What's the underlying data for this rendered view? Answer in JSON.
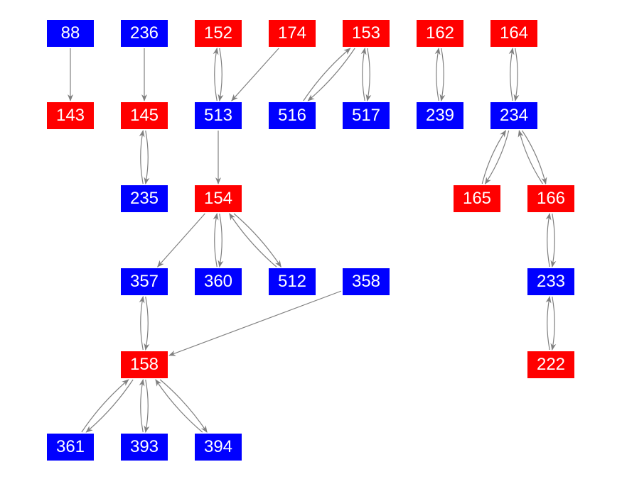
{
  "colors": {
    "red": "#ff0000",
    "blue": "#0000ff",
    "edge": "#808080"
  },
  "nodes": [
    {
      "id": "88",
      "color": "blue"
    },
    {
      "id": "236",
      "color": "blue"
    },
    {
      "id": "152",
      "color": "red"
    },
    {
      "id": "174",
      "color": "red"
    },
    {
      "id": "153",
      "color": "red"
    },
    {
      "id": "162",
      "color": "red"
    },
    {
      "id": "164",
      "color": "red"
    },
    {
      "id": "143",
      "color": "red"
    },
    {
      "id": "145",
      "color": "red"
    },
    {
      "id": "513",
      "color": "blue"
    },
    {
      "id": "516",
      "color": "blue"
    },
    {
      "id": "517",
      "color": "blue"
    },
    {
      "id": "239",
      "color": "blue"
    },
    {
      "id": "234",
      "color": "blue"
    },
    {
      "id": "235",
      "color": "blue"
    },
    {
      "id": "154",
      "color": "red"
    },
    {
      "id": "165",
      "color": "red"
    },
    {
      "id": "166",
      "color": "red"
    },
    {
      "id": "357",
      "color": "blue"
    },
    {
      "id": "360",
      "color": "blue"
    },
    {
      "id": "512",
      "color": "blue"
    },
    {
      "id": "358",
      "color": "blue"
    },
    {
      "id": "233",
      "color": "blue"
    },
    {
      "id": "158",
      "color": "red"
    },
    {
      "id": "222",
      "color": "red"
    },
    {
      "id": "361",
      "color": "blue"
    },
    {
      "id": "393",
      "color": "blue"
    },
    {
      "id": "394",
      "color": "blue"
    }
  ],
  "edges": [
    [
      "88",
      "143",
      false
    ],
    [
      "236",
      "145",
      false
    ],
    [
      "152",
      "513",
      true
    ],
    [
      "174",
      "513",
      false
    ],
    [
      "153",
      "516",
      true
    ],
    [
      "153",
      "517",
      true
    ],
    [
      "162",
      "239",
      true
    ],
    [
      "164",
      "234",
      true
    ],
    [
      "145",
      "235",
      true
    ],
    [
      "513",
      "154",
      false
    ],
    [
      "154",
      "357",
      false
    ],
    [
      "154",
      "360",
      true
    ],
    [
      "154",
      "512",
      true
    ],
    [
      "358",
      "158",
      false
    ],
    [
      "234",
      "165",
      true
    ],
    [
      "234",
      "166",
      true
    ],
    [
      "166",
      "233",
      true
    ],
    [
      "233",
      "222",
      true
    ],
    [
      "357",
      "158",
      true
    ],
    [
      "158",
      "361",
      true
    ],
    [
      "158",
      "393",
      true
    ],
    [
      "158",
      "394",
      true
    ]
  ]
}
